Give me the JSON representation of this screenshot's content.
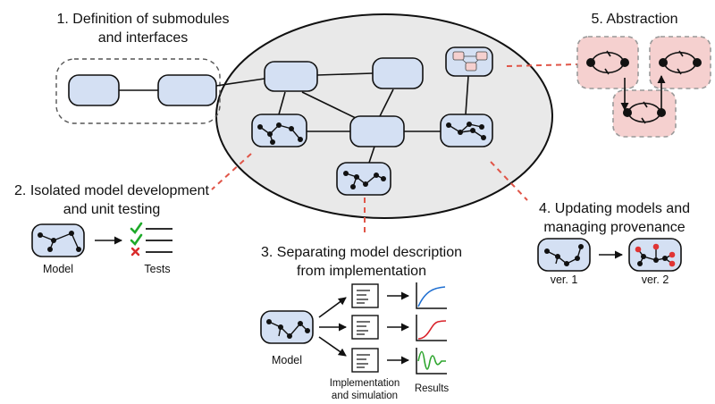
{
  "sections": {
    "s1": {
      "line1": "1. Definition of submodules",
      "line2": "and interfaces"
    },
    "s2": {
      "line1": "2. Isolated model development",
      "line2": "and unit testing",
      "model": "Model",
      "tests": "Tests"
    },
    "s3": {
      "line1": "3. Separating model description",
      "line2": "from implementation",
      "model": "Model",
      "impl_line1": "Implementation",
      "impl_line2": "and simulation",
      "results": "Results"
    },
    "s4": {
      "line1": "4. Updating models and",
      "line2": "managing provenance",
      "v1": "ver. 1",
      "v2": "ver. 2"
    },
    "s5": {
      "title": "5. Abstraction"
    }
  },
  "colors": {
    "module_fill": "#d4e0f3",
    "abstraction_fill": "#f5d0cf",
    "connector": "#e05548",
    "check": "#1eaa2a",
    "cross": "#d92b2b",
    "curve1": "#1f6fd1",
    "curve2": "#d9222a",
    "curve3": "#2ea52e"
  }
}
